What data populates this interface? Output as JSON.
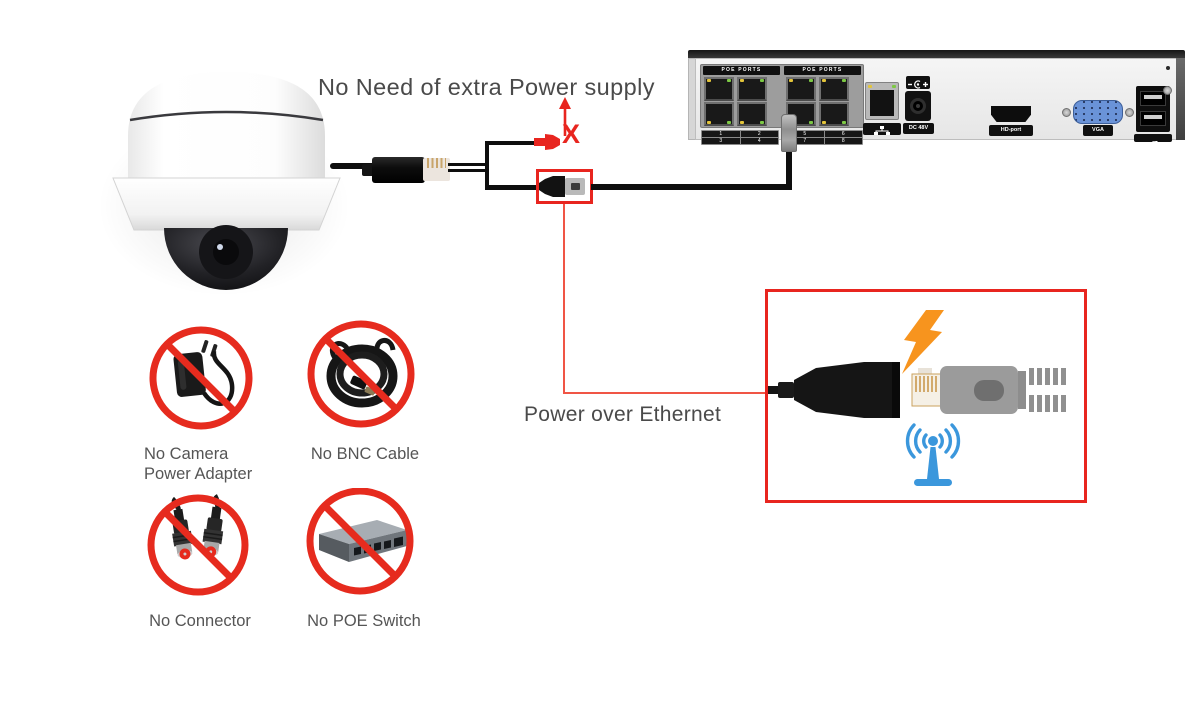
{
  "title": "No Need of extra Power supply",
  "diagram": {
    "poe_text": "Power over Ethernet",
    "x_mark": "X"
  },
  "nvr": {
    "poe_group_labels": [
      "POE PORTS",
      "POE PORTS"
    ],
    "port_numbers": [
      "1",
      "2",
      "3",
      "4",
      "5",
      "6",
      "7",
      "8"
    ],
    "dc_label": "DC 48V",
    "hdmi_label": "HD-port",
    "vga_label": "VGA"
  },
  "prohibited_items": [
    {
      "name": "no-camera-power-adapter",
      "label_line1": "No Camera",
      "label_line2": "Power Adapter"
    },
    {
      "name": "no-bnc-cable",
      "label_line1": "No BNC Cable",
      "label_line2": ""
    },
    {
      "name": "no-connector",
      "label_line1": "No Connector",
      "label_line2": ""
    },
    {
      "name": "no-poe-switch",
      "label_line1": "No POE Switch",
      "label_line2": ""
    }
  ],
  "icons": {
    "lightning": "lightning-icon",
    "wifi": "wifi-antenna-icon",
    "prohibition": "prohibition-icon",
    "arrow": "up-arrow-icon"
  },
  "colors": {
    "red": "#e8251f",
    "orange": "#F7941E",
    "blue": "#3b97dc",
    "text": "#4a4a4a"
  }
}
